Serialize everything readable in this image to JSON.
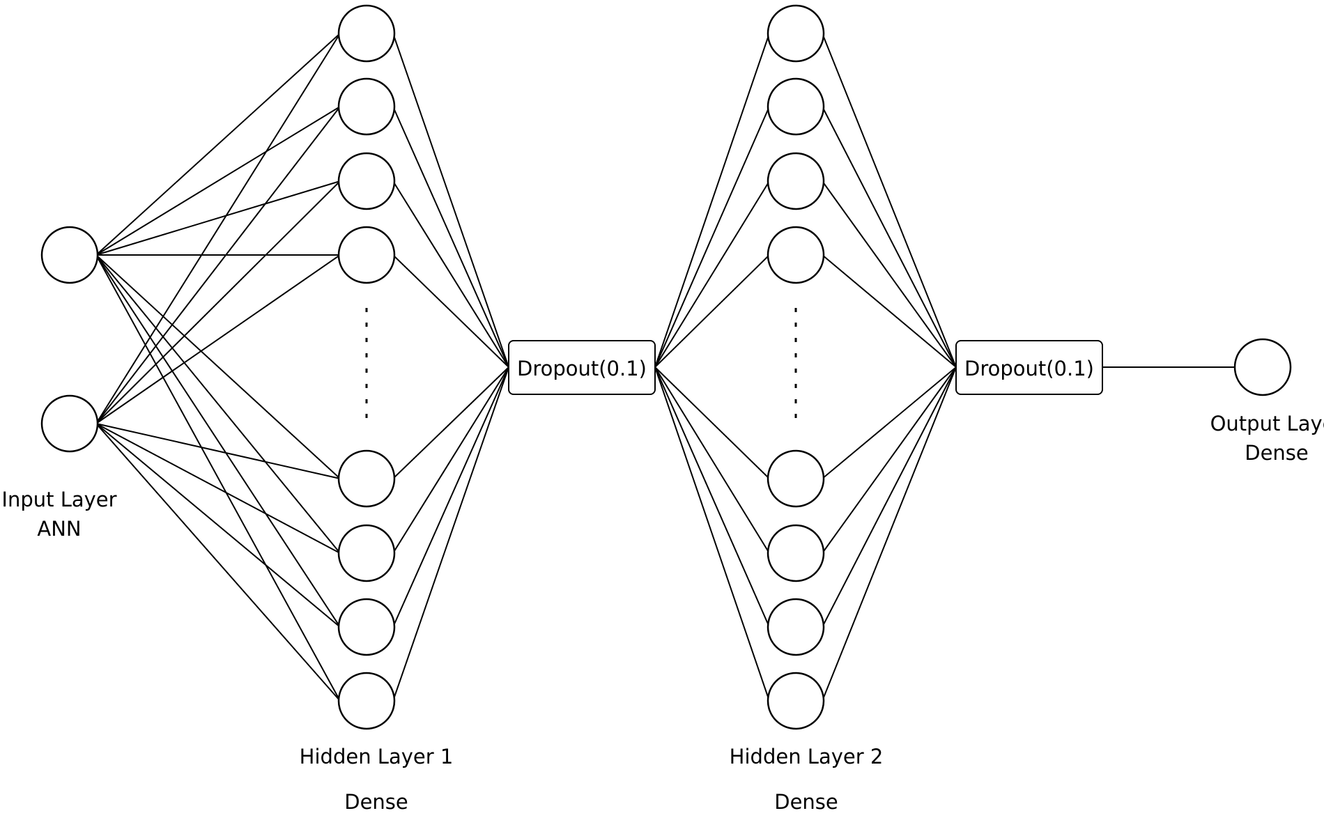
{
  "layers": {
    "input": {
      "name": "Input Layer",
      "type": "ANN",
      "nodes": 2
    },
    "hidden1": {
      "name": "Hidden Layer 1",
      "type": "Dense",
      "nodes_shown": 8,
      "ellipsis": true
    },
    "dropout1": {
      "label": "Dropout(0.1)"
    },
    "hidden2": {
      "name": "Hidden Layer 2",
      "type": "Dense",
      "nodes_shown": 8,
      "ellipsis": true
    },
    "dropout2": {
      "label": "Dropout(0.1)"
    },
    "output": {
      "name": "Output Layer",
      "type": "Dense",
      "nodes": 1
    }
  },
  "connections": [
    {
      "from": "input",
      "to": "hidden1",
      "pattern": "fully-connected"
    },
    {
      "from": "hidden1",
      "to": "dropout1",
      "pattern": "all-to-one"
    },
    {
      "from": "dropout1",
      "to": "hidden2",
      "pattern": "one-to-all"
    },
    {
      "from": "hidden2",
      "to": "dropout2",
      "pattern": "all-to-one"
    },
    {
      "from": "dropout2",
      "to": "output",
      "pattern": "one-to-one"
    }
  ],
  "style": {
    "stroke": "#000000",
    "fill": "#ffffff"
  }
}
